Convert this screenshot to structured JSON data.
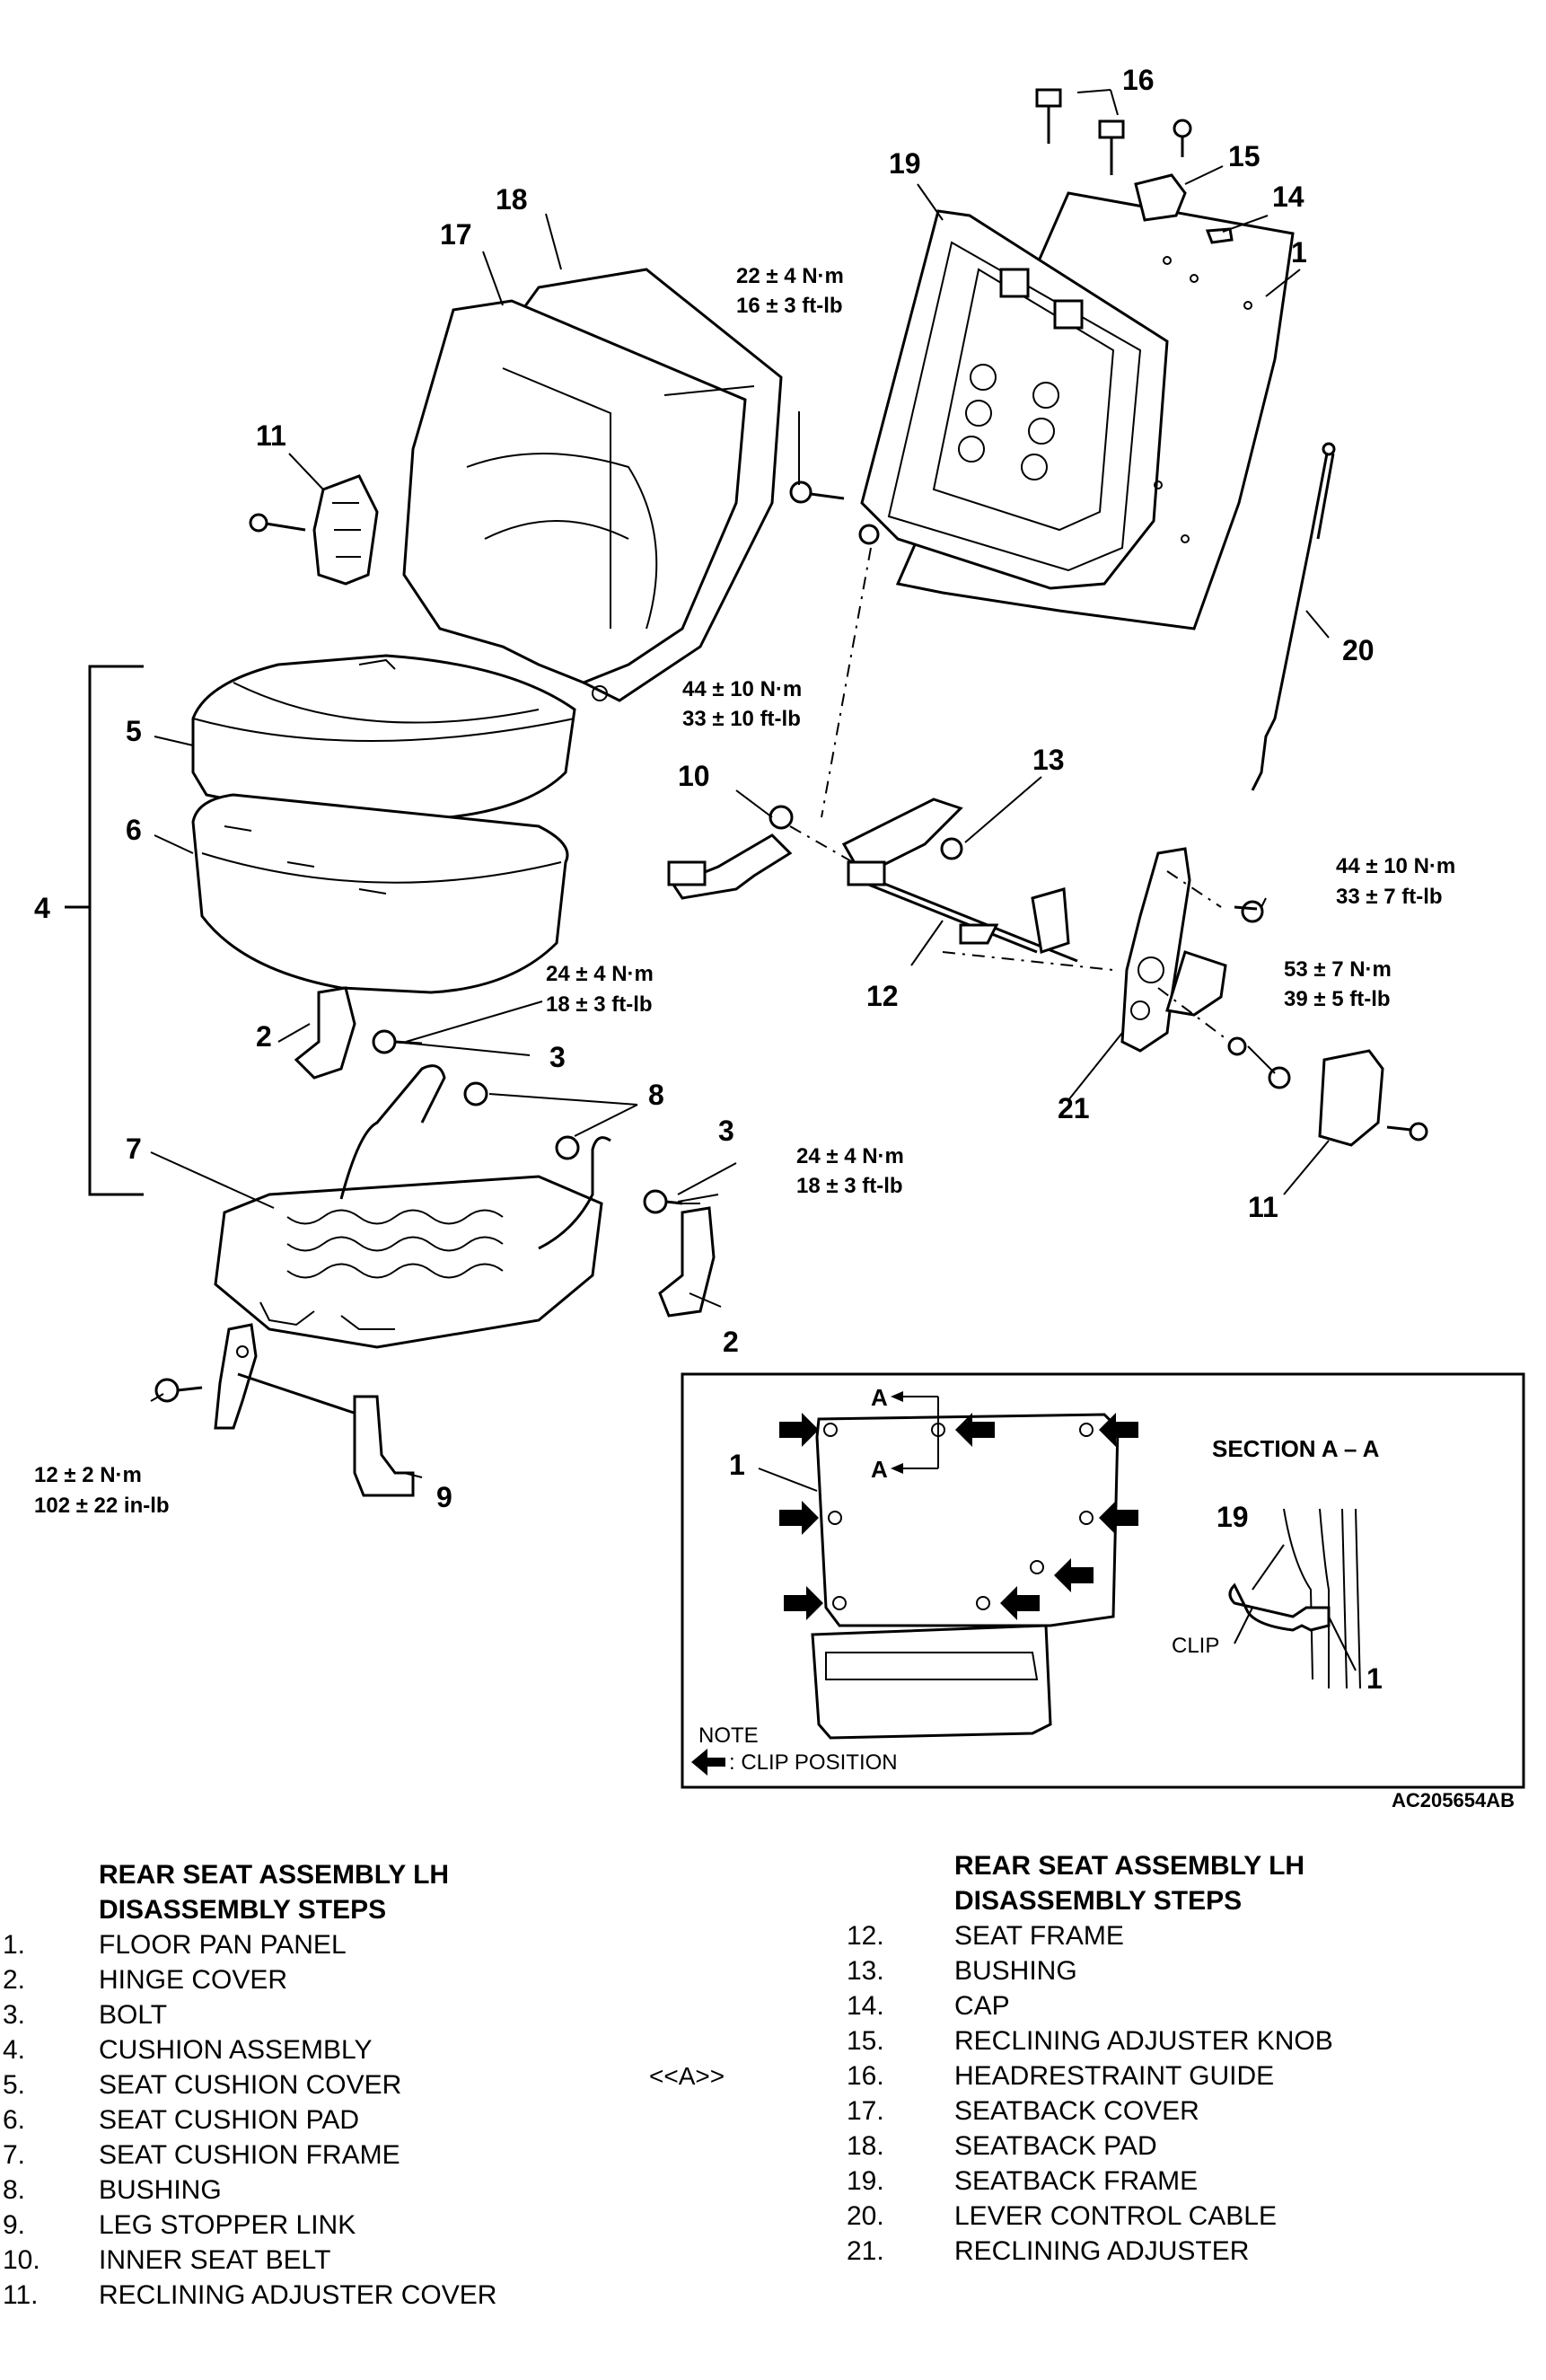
{
  "figure_id": "AC205654AB",
  "callouts": {
    "c1": "1",
    "c1b": "1",
    "c2": "2",
    "c2b": "2",
    "c3": "3",
    "c3b": "3",
    "c4": "4",
    "c5": "5",
    "c6": "6",
    "c7": "7",
    "c8": "8",
    "c9": "9",
    "c10": "10",
    "c11": "11",
    "c11b": "11",
    "c12": "12",
    "c13": "13",
    "c14": "14",
    "c15": "15",
    "c16": "16",
    "c17": "17",
    "c18": "18",
    "c19": "19",
    "c20": "20",
    "c21": "21"
  },
  "torque": {
    "t1a": "22 ± 4 N·m",
    "t1b": "16 ± 3 ft-lb",
    "t2a": "44 ± 10 N·m",
    "t2b": "33 ± 10 ft-lb",
    "t3a": "44 ± 10 N·m",
    "t3b": "33 ± 7 ft-lb",
    "t4a": "53 ± 7 N·m",
    "t4b": "39 ± 5 ft-lb",
    "t5a": "24 ± 4 N·m",
    "t5b": "18 ± 3 ft-lb",
    "t6a": "24 ± 4 N·m",
    "t6b": "18 ± 3 ft-lb",
    "t7a": "12 ± 2 N·m",
    "t7b": "102 ± 22 in-lb"
  },
  "inset": {
    "section_label": "SECTION A – A",
    "a_top": "A",
    "a_bottom": "A",
    "clip_label": "CLIP",
    "c1": "1",
    "c1b": "1",
    "c19": "19",
    "note_title": "NOTE",
    "note_text": ": CLIP POSITION"
  },
  "legend": {
    "heading_left": [
      "REAR SEAT ASSEMBLY LH",
      "DISASSEMBLY STEPS"
    ],
    "heading_right": [
      "REAR SEAT ASSEMBLY LH",
      "DISASSEMBLY STEPS"
    ],
    "marker": "<<A>>",
    "left": [
      {
        "num": "1.",
        "label": "FLOOR PAN PANEL"
      },
      {
        "num": "2.",
        "label": "HINGE COVER"
      },
      {
        "num": "3.",
        "label": "BOLT"
      },
      {
        "num": "4.",
        "label": "CUSHION ASSEMBLY"
      },
      {
        "num": "5.",
        "label": "SEAT CUSHION COVER"
      },
      {
        "num": "6.",
        "label": "SEAT CUSHION PAD"
      },
      {
        "num": "7.",
        "label": "SEAT CUSHION FRAME"
      },
      {
        "num": "8.",
        "label": "BUSHING"
      },
      {
        "num": "9.",
        "label": "LEG STOPPER LINK"
      },
      {
        "num": "10.",
        "label": "INNER SEAT BELT"
      },
      {
        "num": "11.",
        "label": "RECLINING ADJUSTER COVER"
      }
    ],
    "right": [
      {
        "num": "12.",
        "label": "SEAT FRAME"
      },
      {
        "num": "13.",
        "label": "BUSHING"
      },
      {
        "num": "14.",
        "label": "CAP"
      },
      {
        "num": "15.",
        "label": "RECLINING ADJUSTER KNOB"
      },
      {
        "num": "16.",
        "label": "HEADRESTRAINT GUIDE"
      },
      {
        "num": "17.",
        "label": "SEATBACK COVER"
      },
      {
        "num": "18.",
        "label": "SEATBACK PAD"
      },
      {
        "num": "19.",
        "label": "SEATBACK FRAME"
      },
      {
        "num": "20.",
        "label": "LEVER CONTROL CABLE"
      },
      {
        "num": "21.",
        "label": "RECLINING ADJUSTER"
      }
    ]
  }
}
